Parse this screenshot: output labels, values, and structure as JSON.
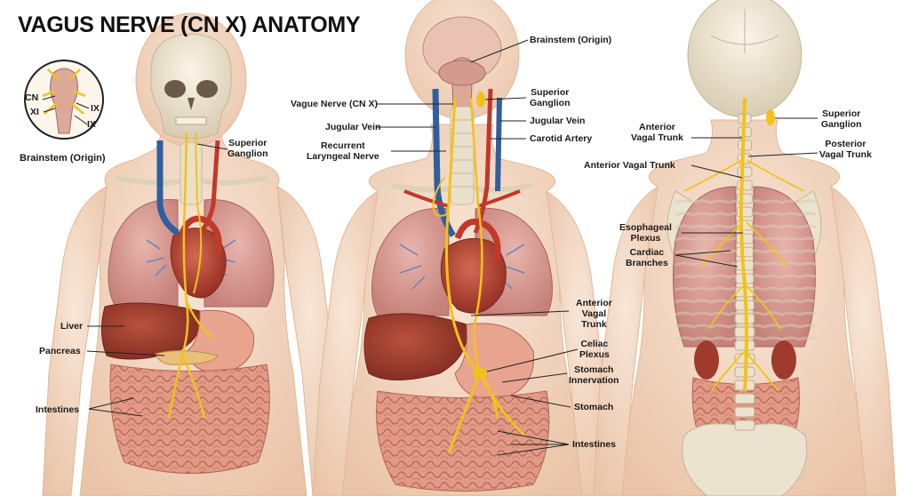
{
  "title": "VAGUS NERVE (CN X) ANATOMY",
  "colors": {
    "skin": "#f4d9c4",
    "skin_shade": "#e8bfa2",
    "bone": "#ebe2cf",
    "bone_shade": "#cfc2a6",
    "lung": "#d99a93",
    "lung_vessels": "#5a86b8",
    "heart": "#b8463a",
    "liver": "#9e3b2c",
    "stomach": "#e9a48f",
    "intestine": "#df8f7d",
    "artery": "#c0392b",
    "vein": "#2f5f9e",
    "nerve": "#f2c21b",
    "leader": "#222222"
  },
  "inset": {
    "labels": {
      "cn": "CN",
      "xi": "XI",
      "ix_a": "IX",
      "ix_b": "IX"
    },
    "caption": "Brainstem (Origin)"
  },
  "left_panel": {
    "superior_ganglion": "Superior\nGanglion",
    "liver": "Liver",
    "pancreas": "Pancreas",
    "intestines": "Intestines"
  },
  "middle_panel": {
    "brainstem": "Brainstem (Origin)",
    "vague_nerve": "Vague Nerve (CN X)",
    "superior_ganglion": "Superior\nGanglion",
    "jugular_vein_left": "Jugular Vein",
    "jugular_vein_right": "Jugular Vein",
    "carotid_artery": "Carotid Artery",
    "recurrent_laryngeal": "Recurrent\nLaryngeal Nerve",
    "anterior_vagal_trunk": "Anterior\nVagal\nTrunk",
    "celiac_plexus": "Celiac\nPlexus",
    "stomach_innervation": "Stomach\nInnervation",
    "stomach": "Stomach",
    "intestines": "Intestines"
  },
  "right_panel": {
    "anterior_vagal_trunk_top": "Anterior\nVagal Trunk",
    "anterior_vagal_trunk_mid": "Anterior Vagal Trunk",
    "superior_ganglion": "Superior\nGanglion",
    "posterior_vagal_trunk": "Posterior\nVagal Trunk",
    "esophageal_plexus": "Esophageal\nPlexus",
    "cardiac_branches": "Cardiac\nBranches"
  }
}
